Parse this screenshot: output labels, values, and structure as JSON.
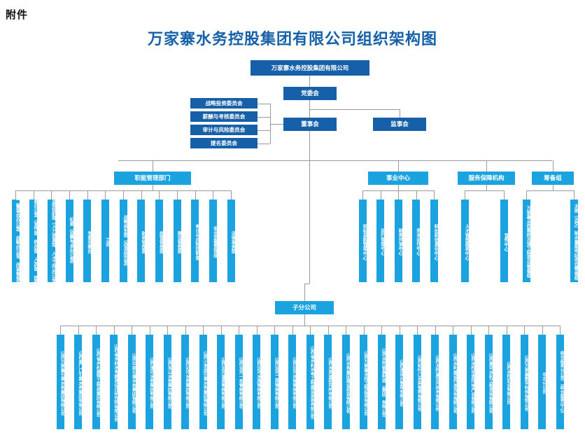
{
  "page": {
    "attachment_label": "附件",
    "title": "万家寨水务控股集团有限公司组织架构图",
    "colors": {
      "dark_blue": "#1560a8",
      "light_blue": "#1ba3e0",
      "line": "#9a9a9a",
      "title": "#1560a8"
    }
  },
  "root": {
    "label": "万家寨水务控股集团有限公司"
  },
  "governance": {
    "party_committee": "党委会",
    "board_of_directors": "董事会",
    "board_of_supervisors": "监事会",
    "committees": [
      {
        "label": "战略投资委员会"
      },
      {
        "label": "薪酬与考核委员会"
      },
      {
        "label": "审计与风险委员会"
      },
      {
        "label": "提名委员会"
      }
    ]
  },
  "sections": [
    {
      "header": "职能管理部门",
      "items": [
        {
          "label": "办公室（董事会办公室、战略办公室、改革督查办公室）"
        },
        {
          "label": "党委办公室（宣传部、统战部、人武部、团委）"
        },
        {
          "label": "党委组织部（人力资源部、人才工作办公室）"
        },
        {
          "label": "纪委（监察专员办公室）"
        },
        {
          "label": "党委巡察办"
        },
        {
          "label": "工会"
        },
        {
          "label": "战略规划部（改革研究室）"
        },
        {
          "label": "财务管理部"
        },
        {
          "label": "经营管理部"
        },
        {
          "label": "建设管理部"
        },
        {
          "label": "审计与风险控制部"
        },
        {
          "label": "安全监督管理部"
        },
        {
          "label": "法律事务部"
        }
      ]
    },
    {
      "header": "事业中心",
      "items": [
        {
          "label": "招标采购管理中心"
        },
        {
          "label": "运行管理中心"
        },
        {
          "label": "财务共享中心"
        },
        {
          "label": "资本运作中心"
        },
        {
          "label": "科创和信息化中心"
        }
      ]
    },
    {
      "header": "服务保障机构",
      "items": [
        {
          "label": "人才管理服务中心"
        },
        {
          "label": "宣传中心"
        }
      ]
    },
    {
      "header": "筹备组",
      "items": [
        {
          "label": "万家寨水控集团古贤工程项目筹备组"
        },
        {
          "label": "太原（古交）抽水蓄能电站项目筹备组"
        }
      ]
    }
  ],
  "subsidiaries": {
    "header": "子分公司",
    "items": [
      {
        "label": "山西万家寨引黄水务集团有限公司"
      },
      {
        "label": "山西禹门口引黄水务集团有限公司"
      },
      {
        "label": "山西省水利建筑工程局集团有限公司"
      },
      {
        "label": "山西省水利水电勘测设计研究院有限公司"
      },
      {
        "label": "山西中部引黄水务集团有限公司"
      },
      {
        "label": "山西漳河水务集团有限公司"
      },
      {
        "label": "山西东山水务集团有限公司"
      },
      {
        "label": "山西沁河水务集团有限公司"
      },
      {
        "label": "山西小浪底引黄水务集团有限公司"
      },
      {
        "label": "山西汾河灌溉管理有限公司"
      },
      {
        "label": "山西汾河一坝管理有限公司"
      },
      {
        "label": "山西汾河水库管理有限公司"
      },
      {
        "label": "山西汾河二库管理有限公司"
      },
      {
        "label": "山西汾河流域管理有限公司"
      },
      {
        "label": "山西省水利水电工程建设监理有限公司"
      },
      {
        "label": "山西水资源研究所有限公司"
      },
      {
        "label": "山西水务集团建设投资有限公司"
      },
      {
        "label": "山西万家寨水控工程投资有限公司"
      },
      {
        "label": "山西水控装备制造（集团）有限公司"
      },
      {
        "label": "山西漳泽河管理有限公司"
      },
      {
        "label": "山西柏叶口水库管理有限公司"
      },
      {
        "label": "山西太忻滹沱河供水有限公司"
      },
      {
        "label": "山西水利建设开发咨询有限公司"
      },
      {
        "label": "山西水控生态环境产业有限公司"
      },
      {
        "label": "山西黄河水利工程咨询有限公司"
      },
      {
        "label": "山西水控实业有限公司"
      },
      {
        "label": "山西万家寨数字科技有限公司"
      },
      {
        "label": "华北分公司"
      },
      {
        "label": "综合服务分公司（综合服务中心）"
      }
    ]
  }
}
